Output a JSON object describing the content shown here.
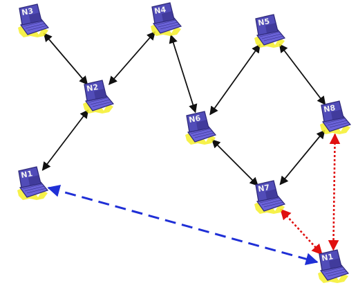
{
  "colors": {
    "laptop_body": "#6a62d8",
    "laptop_dark": "#2f2a7a",
    "screen": "#514cb8",
    "screen_shade": "#3a3590",
    "glow": "#f5ee2a",
    "link_black": "#111111",
    "link_blue": "#1f2fd6",
    "link_red": "#e01010"
  },
  "nodes": [
    {
      "id": "n3",
      "label": "N3"
    },
    {
      "id": "n4",
      "label": "N4"
    },
    {
      "id": "n5",
      "label": "N5"
    },
    {
      "id": "n2",
      "label": "N2"
    },
    {
      "id": "n6",
      "label": "N6"
    },
    {
      "id": "n8",
      "label": "N8"
    },
    {
      "id": "n1-left",
      "label": "N1"
    },
    {
      "id": "n7",
      "label": "N7"
    },
    {
      "id": "n1-right",
      "label": "N1"
    }
  ],
  "links": [
    {
      "from": "n3",
      "to": "n2",
      "style": "solid-black"
    },
    {
      "from": "n2",
      "to": "n4",
      "style": "solid-black"
    },
    {
      "from": "n2",
      "to": "n1-left",
      "style": "solid-black"
    },
    {
      "from": "n4",
      "to": "n6",
      "style": "solid-black"
    },
    {
      "from": "n6",
      "to": "n5",
      "style": "solid-black"
    },
    {
      "from": "n5",
      "to": "n8",
      "style": "solid-black"
    },
    {
      "from": "n6",
      "to": "n7",
      "style": "solid-black"
    },
    {
      "from": "n7",
      "to": "n8",
      "style": "solid-black"
    },
    {
      "from": "n1-left",
      "to": "n1-right",
      "style": "dashed-blue"
    },
    {
      "from": "n7",
      "to": "n1-right",
      "style": "dotted-red"
    },
    {
      "from": "n8",
      "to": "n1-right",
      "style": "dotted-red"
    }
  ]
}
